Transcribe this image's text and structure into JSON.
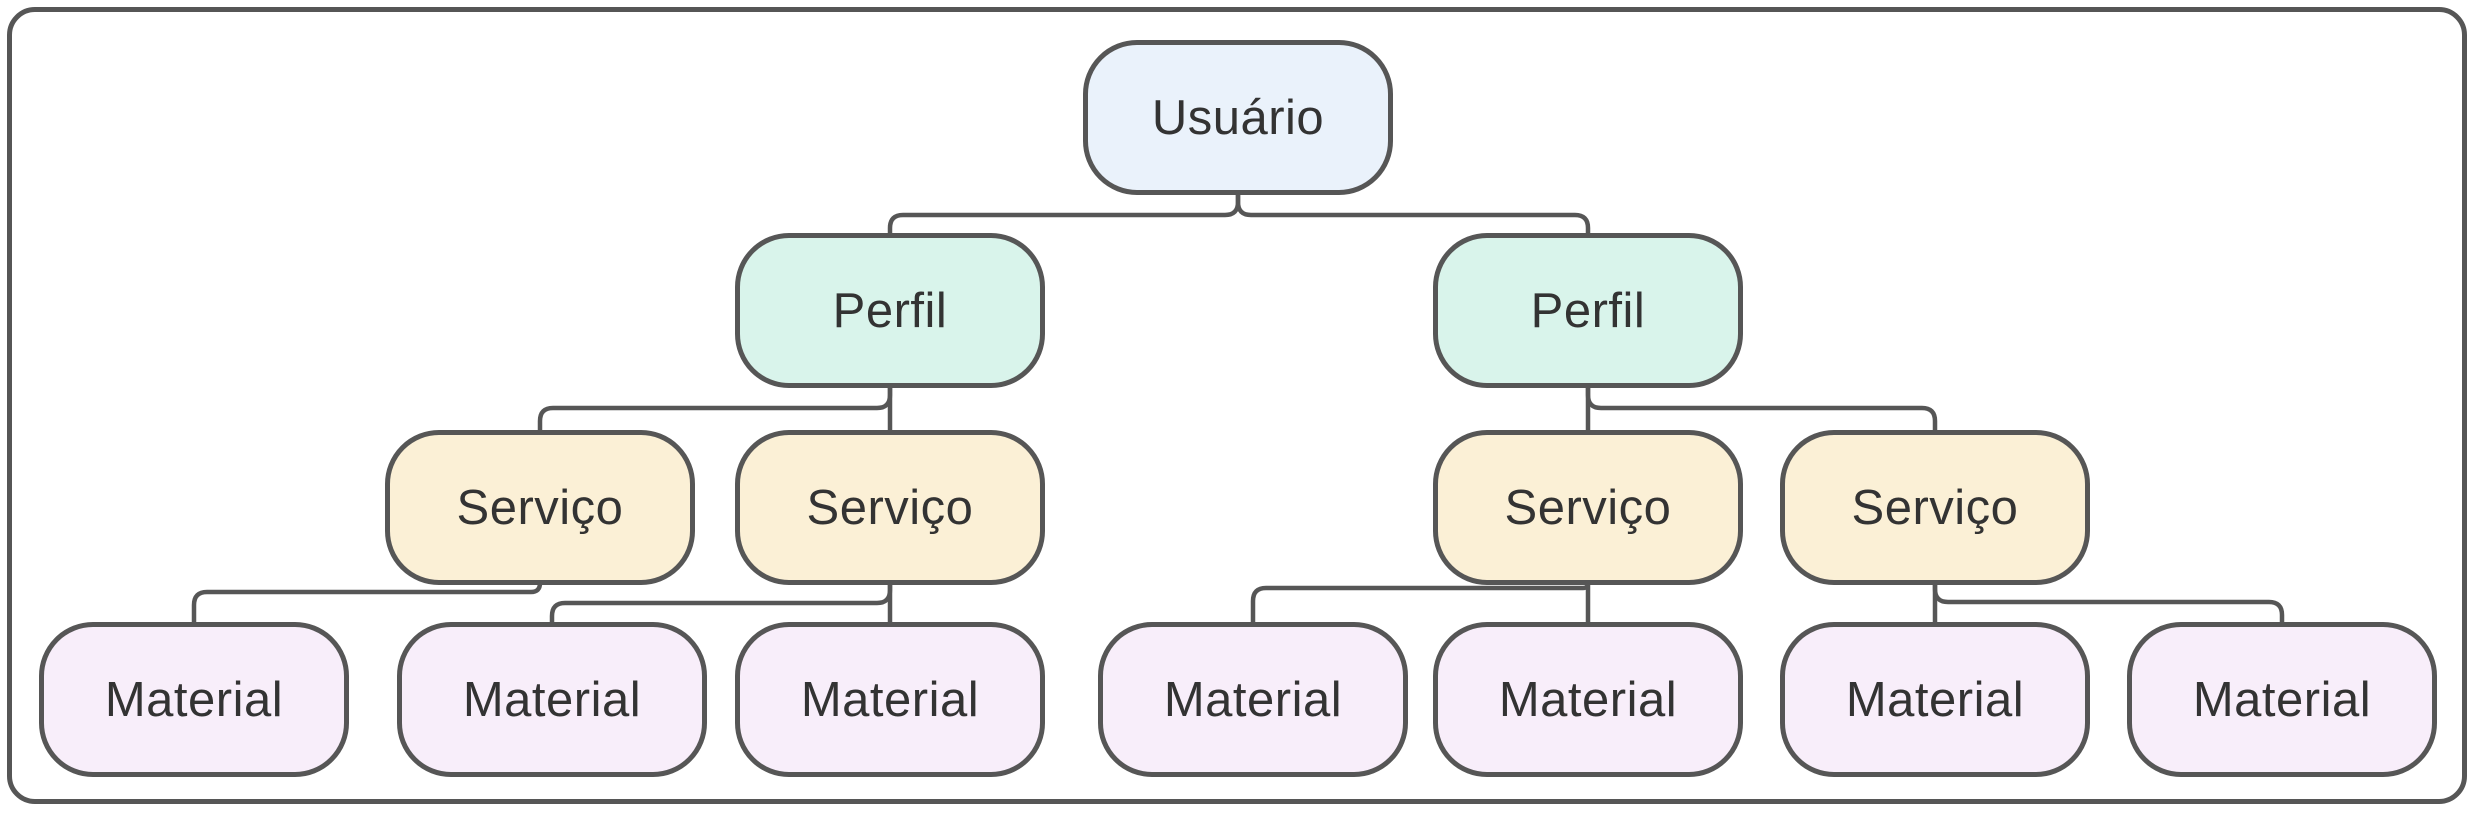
{
  "diagram": {
    "kind": "hierarchy-tree",
    "colors": {
      "background": "#FFFFFF",
      "frame_stroke": "#565656",
      "edge_stroke": "#565656",
      "node_stroke": "#565656",
      "text": "#333333",
      "usuario_fill": "#EAF2FB",
      "perfil_fill": "#D9F4EB",
      "servico_fill": "#FBF0D6",
      "material_fill": "#F8EEFA"
    },
    "nodes": [
      {
        "id": "usuario",
        "label": "Usuário",
        "type": "usuario",
        "level": 1
      },
      {
        "id": "perfil-1",
        "label": "Perfil",
        "type": "perfil",
        "level": 2
      },
      {
        "id": "perfil-2",
        "label": "Perfil",
        "type": "perfil",
        "level": 2
      },
      {
        "id": "servico-1",
        "label": "Serviço",
        "type": "servico",
        "level": 3
      },
      {
        "id": "servico-2",
        "label": "Serviço",
        "type": "servico",
        "level": 3
      },
      {
        "id": "servico-3",
        "label": "Serviço",
        "type": "servico",
        "level": 3
      },
      {
        "id": "servico-4",
        "label": "Serviço",
        "type": "servico",
        "level": 3
      },
      {
        "id": "material-1",
        "label": "Material",
        "type": "material",
        "level": 4
      },
      {
        "id": "material-2",
        "label": "Material",
        "type": "material",
        "level": 4
      },
      {
        "id": "material-3",
        "label": "Material",
        "type": "material",
        "level": 4
      },
      {
        "id": "material-4",
        "label": "Material",
        "type": "material",
        "level": 4
      },
      {
        "id": "material-5",
        "label": "Material",
        "type": "material",
        "level": 4
      },
      {
        "id": "material-6",
        "label": "Material",
        "type": "material",
        "level": 4
      },
      {
        "id": "material-7",
        "label": "Material",
        "type": "material",
        "level": 4
      }
    ],
    "edges": [
      {
        "from": "usuario",
        "to": "perfil-1"
      },
      {
        "from": "usuario",
        "to": "perfil-2"
      },
      {
        "from": "perfil-1",
        "to": "servico-1"
      },
      {
        "from": "perfil-1",
        "to": "servico-2"
      },
      {
        "from": "perfil-2",
        "to": "servico-3"
      },
      {
        "from": "perfil-2",
        "to": "servico-4"
      },
      {
        "from": "servico-1",
        "to": "material-1"
      },
      {
        "from": "servico-2",
        "to": "material-2"
      },
      {
        "from": "servico-2",
        "to": "material-3"
      },
      {
        "from": "servico-3",
        "to": "material-4"
      },
      {
        "from": "servico-3",
        "to": "material-5"
      },
      {
        "from": "servico-4",
        "to": "material-6"
      },
      {
        "from": "servico-4",
        "to": "material-7"
      }
    ]
  }
}
